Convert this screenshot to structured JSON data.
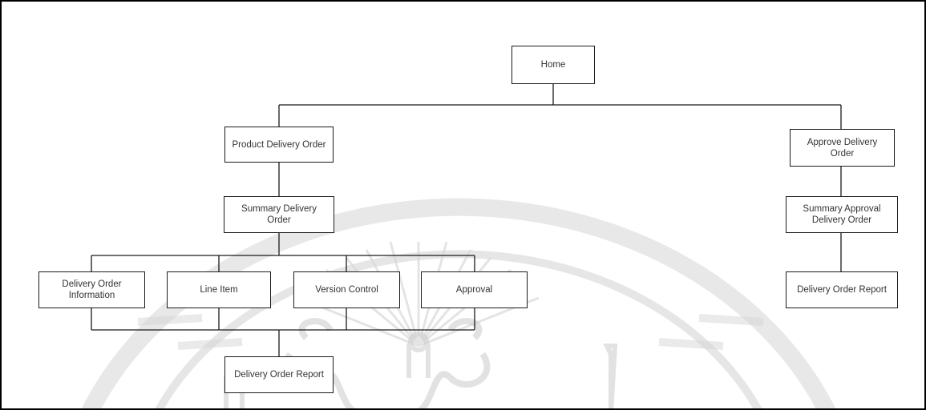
{
  "diagram": {
    "nodes": {
      "home": "Home",
      "product_delivery_order": "Product Delivery Order",
      "approve_delivery_order": "Approve Delivery Order",
      "summary_delivery_order": "Summary Delivery Order",
      "summary_approval_delivery_order": "Summary Approval\nDelivery Order",
      "delivery_order_information": "Delivery Order\nInformation",
      "line_item": "Line Item",
      "version_control": "Version Control",
      "approval": "Approval",
      "delivery_order_report_left": "Delivery Order Report",
      "delivery_order_report_right": "Delivery Order Report"
    },
    "edges": [
      [
        "home",
        "product_delivery_order"
      ],
      [
        "home",
        "approve_delivery_order"
      ],
      [
        "product_delivery_order",
        "summary_delivery_order"
      ],
      [
        "summary_delivery_order",
        "delivery_order_information"
      ],
      [
        "summary_delivery_order",
        "line_item"
      ],
      [
        "summary_delivery_order",
        "version_control"
      ],
      [
        "summary_delivery_order",
        "approval"
      ],
      [
        "delivery_order_information",
        "delivery_order_report_left"
      ],
      [
        "line_item",
        "delivery_order_report_left"
      ],
      [
        "version_control",
        "delivery_order_report_left"
      ],
      [
        "approval",
        "delivery_order_report_left"
      ],
      [
        "approve_delivery_order",
        "summary_approval_delivery_order"
      ],
      [
        "summary_approval_delivery_order",
        "delivery_order_report_right"
      ]
    ],
    "line_color": "#1a1a1a",
    "watermark_color": "#c8c8c8"
  }
}
